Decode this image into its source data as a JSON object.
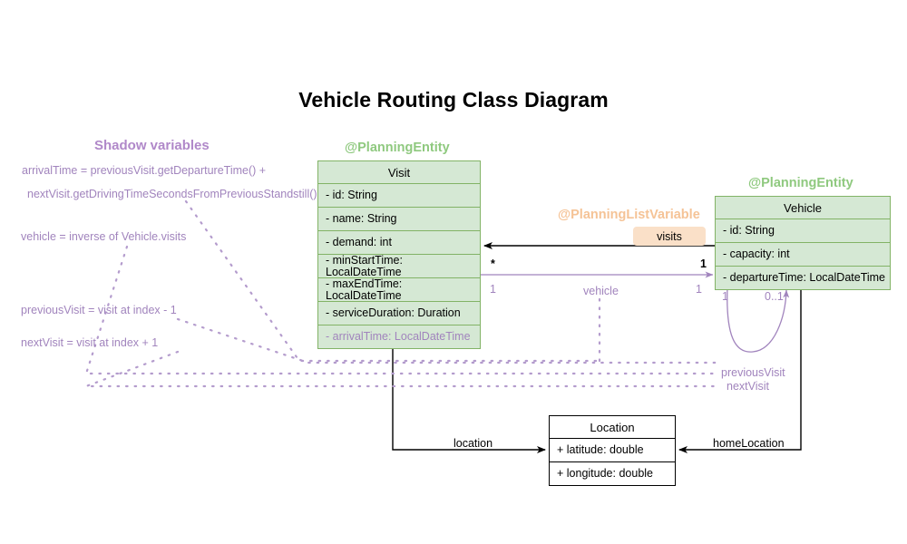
{
  "diagram": {
    "title": "Vehicle Routing Class Diagram",
    "type": "uml-class-diagram"
  },
  "colors": {
    "entity_fill": "#d5e8d4",
    "entity_border": "#82b366",
    "entity_stereotype": "#8fc97f",
    "shadow_purple": "#a184bd",
    "list_variable_orange": "#f5c396",
    "badge_background": "#fae0c8",
    "plain_border": "#000000",
    "background": "#ffffff"
  },
  "stereotypes": {
    "visit": "@PlanningEntity",
    "vehicle": "@PlanningEntity",
    "planning_list_variable": "@PlanningListVariable"
  },
  "shadow_section": {
    "title": "Shadow variables",
    "notes": [
      "arrivalTime = previousVisit.getDepartureTime() +",
      "nextVisit.getDrivingTimeSecondsFromPreviousStandstill()",
      "vehicle = inverse of Vehicle.visits",
      "previousVisit = visit at index - 1",
      "nextVisit = visit at index + 1"
    ]
  },
  "classes": {
    "visit": {
      "name": "Visit",
      "attributes": [
        {
          "text": "- id: String",
          "shadow": false
        },
        {
          "text": "- name: String",
          "shadow": false
        },
        {
          "text": "- demand: int",
          "shadow": false
        },
        {
          "text": "- minStartTime: LocalDateTime",
          "shadow": false
        },
        {
          "text": "- maxEndTime: LocalDateTime",
          "shadow": false
        },
        {
          "text": "- serviceDuration: Duration",
          "shadow": false
        },
        {
          "text": "- arrivalTime: LocalDateTime",
          "shadow": true
        }
      ]
    },
    "vehicle": {
      "name": "Vehicle",
      "attributes": [
        {
          "text": "- id: String",
          "shadow": false
        },
        {
          "text": "- capacity: int",
          "shadow": false
        },
        {
          "text": "- departureTime: LocalDateTime",
          "shadow": false
        }
      ]
    },
    "location": {
      "name": "Location",
      "attributes": [
        {
          "text": "+ latitude: double",
          "shadow": false
        },
        {
          "text": "+ longitude: double",
          "shadow": false
        }
      ]
    }
  },
  "relations": {
    "visits": {
      "label": "visits",
      "source_multiplicity": "*",
      "target_multiplicity": "1"
    },
    "vehicle": {
      "label": "vehicle",
      "source_multiplicity": "1",
      "target_multiplicity": "1"
    },
    "previous_next": {
      "previous_label": "previousVisit",
      "next_label": "nextVisit",
      "source_multiplicity": "1",
      "target_multiplicity": "0..1"
    },
    "location": {
      "label": "location"
    },
    "home_location": {
      "label": "homeLocation"
    }
  }
}
